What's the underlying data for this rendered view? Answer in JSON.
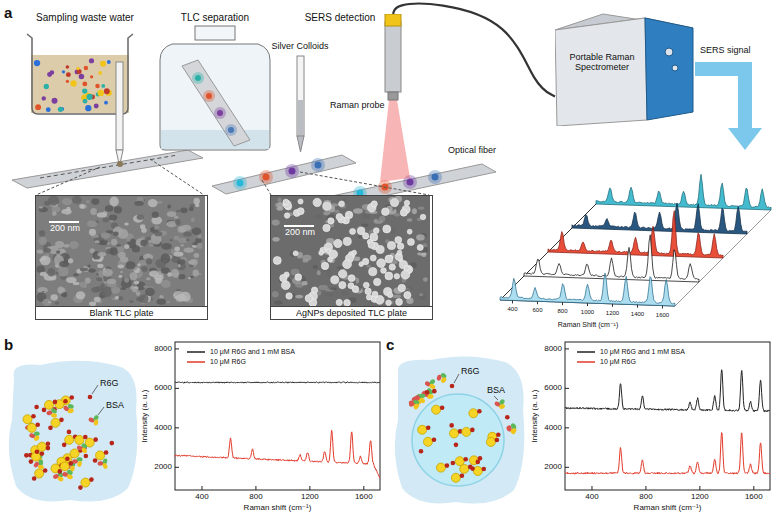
{
  "diagram": {
    "nodes": [
      {
        "text": [
          "200 nm",
          "Blank TLC plate"
        ]
      },
      {
        "text": [
          "200 nm",
          "AgNPs deposited TLC plate"
        ]
      },
      {
        "text": [
          "Raman probe"
        ]
      },
      {
        "text": [
          "Portable Raman Spectrometer"
        ]
      }
    ],
    "edges": [
      {
        "from": 2,
        "to": 3,
        "arrow": "none"
      }
    ],
    "labels": [
      "a",
      "Sampling waste water",
      "TLC separation",
      "SERS detection",
      "Silver Colloids",
      "Optical fiber",
      "SERS signal",
      "400",
      "600",
      "800",
      "1000",
      "1200",
      "1400",
      "1600",
      "Raman Shift (cm⁻¹)",
      "b",
      "R6G",
      "BSA",
      "Intensity (a. u.)",
      "8000",
      "6000",
      "4000",
      "2000",
      "400",
      "800",
      "1200",
      "1600",
      "Raman shift (cm⁻¹)",
      "c",
      "R6G",
      "BSA",
      "Intensity (a. u.)",
      "8000",
      "6000",
      "4000",
      "2000",
      "400",
      "800",
      "1200",
      "1600",
      "Raman shift (cm⁻¹)"
    ],
    "legend": [
      {
        "text": "10 μM R6G and 1 mM BSA"
      },
      {
        "text": "10 μM R6G"
      },
      {
        "text": "10 μM R6G and 1 mM BSA"
      },
      {
        "text": "10 μM R6G"
      }
    ]
  }
}
